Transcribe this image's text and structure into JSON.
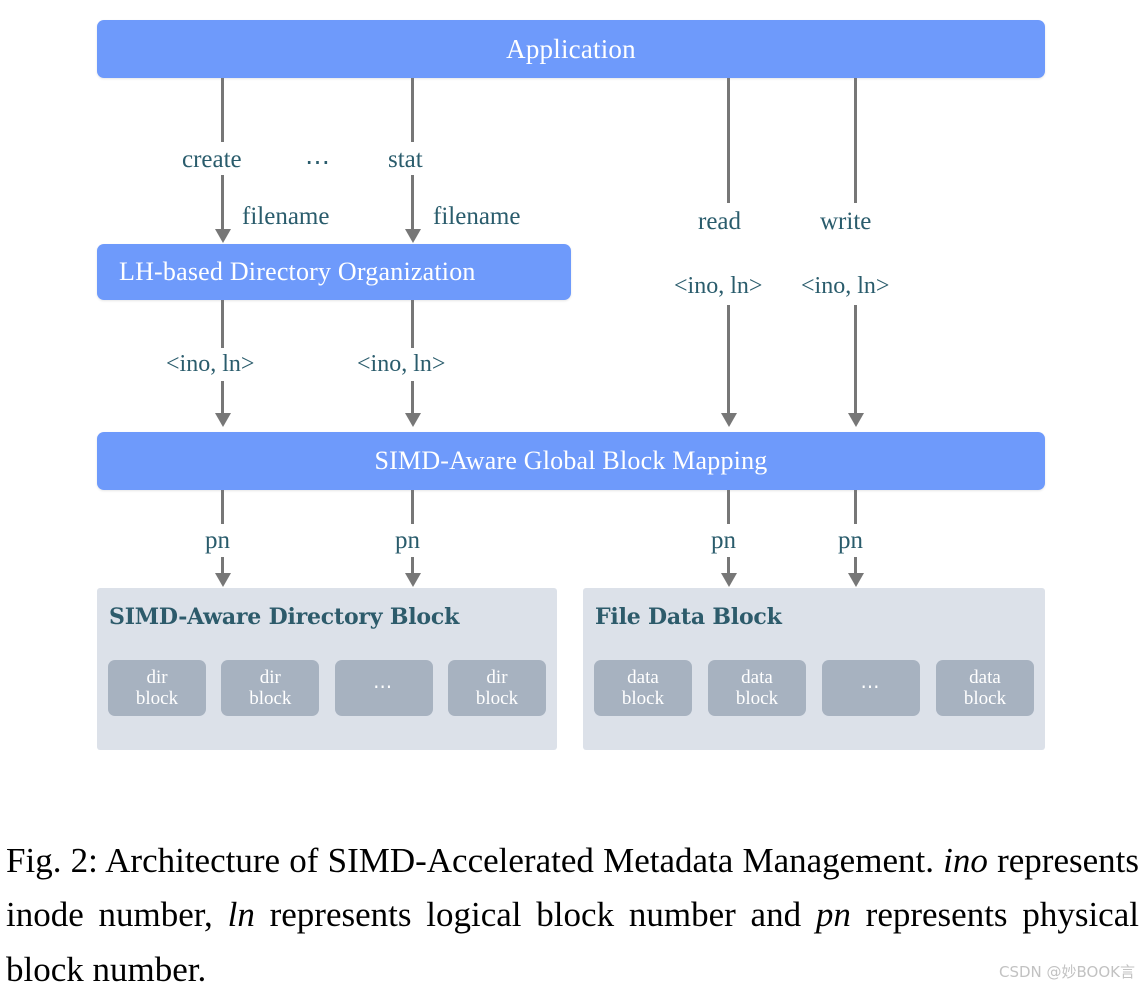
{
  "figure": {
    "layers": {
      "application": "Application",
      "directory_organization": "LH-based Directory Organization",
      "block_mapping": "SIMD-Aware Global Block Mapping"
    },
    "panels": [
      {
        "title": "SIMD-Aware Directory Block",
        "blocks": [
          {
            "line1": "dir",
            "line2": "block"
          },
          {
            "line1": "dir",
            "line2": "block"
          },
          {
            "line1": "⋯",
            "line2": ""
          },
          {
            "line1": "dir",
            "line2": "block"
          }
        ]
      },
      {
        "title": "File Data Block",
        "blocks": [
          {
            "line1": "data",
            "line2": "block"
          },
          {
            "line1": "data",
            "line2": "block"
          },
          {
            "line1": "⋯",
            "line2": ""
          },
          {
            "line1": "data",
            "line2": "block"
          }
        ]
      }
    ],
    "edge_labels": {
      "create": "create",
      "ellipsis_ops": "⋯",
      "stat": "stat",
      "read": "read",
      "write": "write",
      "filename_left": "filename",
      "filename_right": "filename",
      "ino_ln_1": "<ino, ln>",
      "ino_ln_2": "<ino, ln>",
      "ino_ln_3": "<ino, ln>",
      "ino_ln_4": "<ino, ln>",
      "pn_1": "pn",
      "pn_2": "pn",
      "pn_3": "pn",
      "pn_4": "pn"
    },
    "colors": {
      "layer_blue": "#6e9afb",
      "panel_gray": "#dce1e9",
      "block_gray": "#a7b2c0",
      "label_teal": "#2a5c6c",
      "title_teal": "#2d5b6b",
      "arrow_gray": "#777777"
    }
  },
  "caption": {
    "prefix": "Fig. 2: Architecture of SIMD-Accelerated Metadata Management. ",
    "ino": "ino",
    "mid1": " represents inode number, ",
    "ln": "ln",
    "mid2": " represents logical block number and ",
    "pn": "pn",
    "suffix": " represents physical block number."
  },
  "watermark": "CSDN @妙BOOK言"
}
